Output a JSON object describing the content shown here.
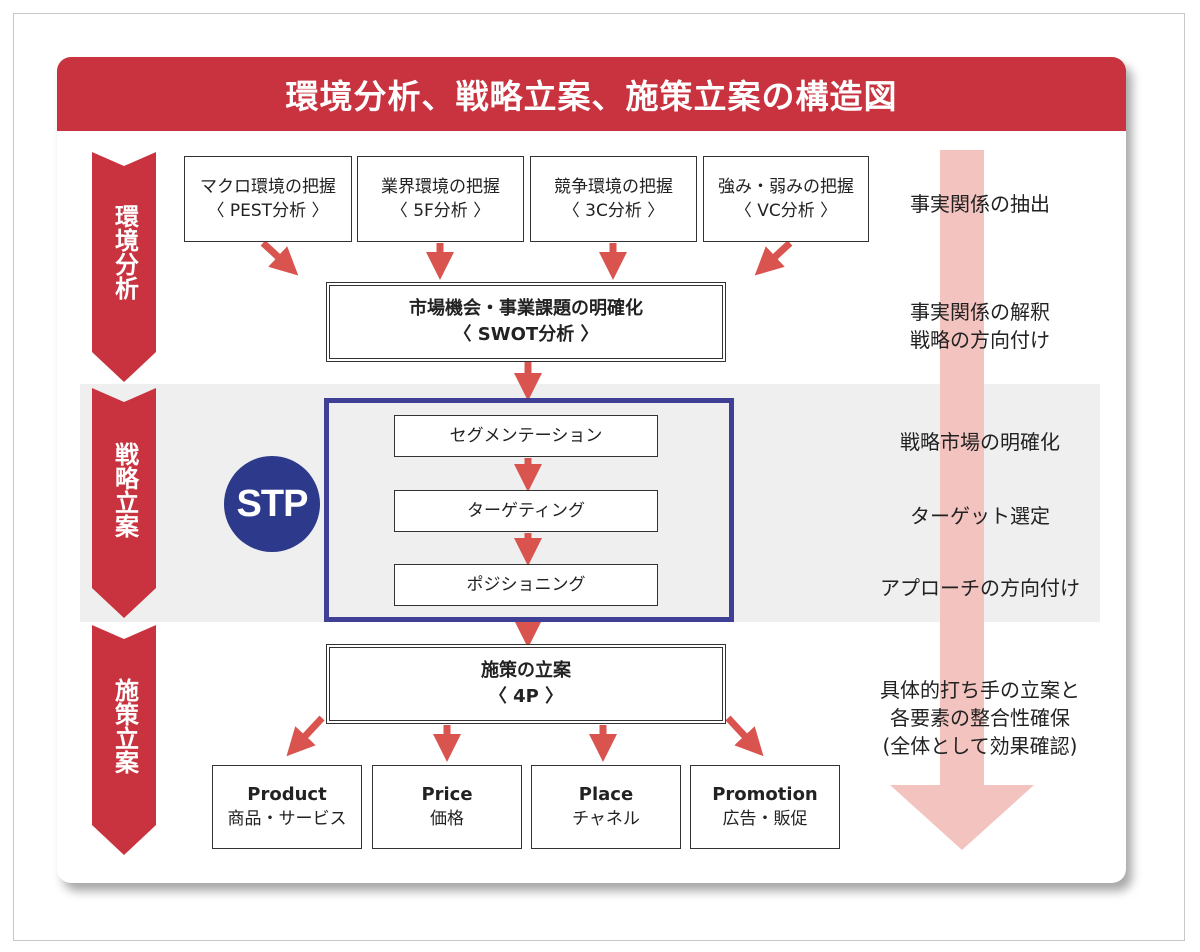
{
  "title": "環境分析、戦略立案、施策立案の構造図",
  "phases": [
    {
      "label": "環境分析"
    },
    {
      "label": "戦略立案"
    },
    {
      "label": "施策立案"
    }
  ],
  "env_boxes": [
    {
      "line1": "マクロ環境の把握",
      "line2": "〈 PEST分析 〉"
    },
    {
      "line1": "業界環境の把握",
      "line2": "〈 5F分析 〉"
    },
    {
      "line1": "競争環境の把握",
      "line2": "〈 3C分析 〉"
    },
    {
      "line1": "強み・弱みの把握",
      "line2": "〈 VC分析 〉"
    }
  ],
  "swot": {
    "line1": "市場機会・事業課題の明確化",
    "line2": "〈 SWOT分析 〉"
  },
  "stp": {
    "badge": "STP",
    "steps": [
      "セグメンテーション",
      "ターゲティング",
      "ポジショニング"
    ]
  },
  "plan": {
    "line1": "施策の立案",
    "line2": "〈 4P 〉"
  },
  "four_p": [
    {
      "en": "Product",
      "jp": "商品・サービス"
    },
    {
      "en": "Price",
      "jp": "価格"
    },
    {
      "en": "Place",
      "jp": "チャネル"
    },
    {
      "en": "Promotion",
      "jp": "広告・販促"
    }
  ],
  "notes": [
    "事実関係の抽出",
    "事実関係の解釈",
    "戦略の方向付け",
    "戦略市場の明確化",
    "ターゲット選定",
    "アプローチの方向付け",
    "具体的打ち手の立案と",
    "各要素の整合性確保",
    "(全体として効果確認)"
  ]
}
